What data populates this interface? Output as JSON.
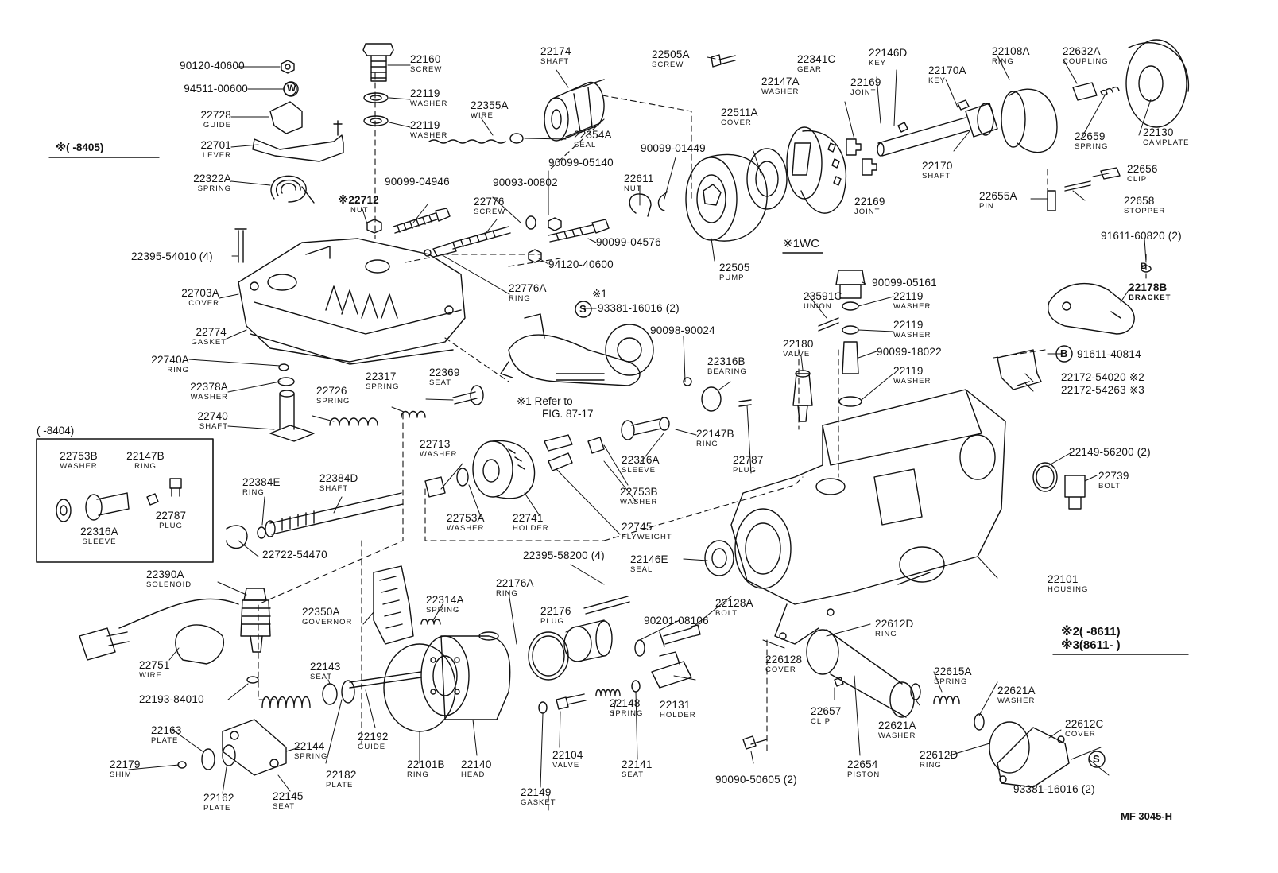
{
  "diagram_code": "MF 3045-H",
  "notes": {
    "top_left": "※(      -8405)",
    "box": "(      -8404)",
    "wc": "※1WC",
    "refer": "※1 Refer to",
    "refer2": "FIG. 87-17",
    "star1": "※1",
    "legend1": "※2(      -8611)",
    "legend2": "※3(8611-      )"
  },
  "parts": [
    {
      "pn": "90120-40600",
      "name": ""
    },
    {
      "pn": "94511-00600",
      "name": ""
    },
    {
      "pn": "22728",
      "name": "GUIDE"
    },
    {
      "pn": "22701",
      "name": "LEVER"
    },
    {
      "pn": "22322A",
      "name": "SPRING"
    },
    {
      "pn": "22160",
      "name": "SCREW"
    },
    {
      "pn": "22119",
      "name": "WASHER"
    },
    {
      "pn": "22119",
      "name": "WASHER"
    },
    {
      "pn": "22355A",
      "name": "WIRE"
    },
    {
      "pn": "22174",
      "name": "SHAFT"
    },
    {
      "pn": "22354A",
      "name": "SEAL"
    },
    {
      "pn": "22505A",
      "name": "SCREW"
    },
    {
      "pn": "22341C",
      "name": "GEAR"
    },
    {
      "pn": "22147A",
      "name": "WASHER"
    },
    {
      "pn": "22169",
      "name": "JOINT"
    },
    {
      "pn": "22146D",
      "name": "KEY"
    },
    {
      "pn": "22170A",
      "name": "KEY"
    },
    {
      "pn": "22108A",
      "name": "RING"
    },
    {
      "pn": "22632A",
      "name": "COUPLING"
    },
    {
      "pn": "22659",
      "name": "SPRING"
    },
    {
      "pn": "22130",
      "name": "CAMPLATE"
    },
    {
      "pn": "22511A",
      "name": "COVER"
    },
    {
      "pn": "90099-01449",
      "name": ""
    },
    {
      "pn": "22170",
      "name": "SHAFT"
    },
    {
      "pn": "22656",
      "name": "CLIP"
    },
    {
      "pn": "22655A",
      "name": "PIN"
    },
    {
      "pn": "22658",
      "name": "STOPPER"
    },
    {
      "pn": "22169",
      "name": "JOINT"
    },
    {
      "pn": "90099-04946",
      "name": ""
    },
    {
      "pn": "90093-00802",
      "name": ""
    },
    {
      "pn": "90099-05140",
      "name": ""
    },
    {
      "pn": "22611",
      "name": "NUT"
    },
    {
      "pn": "※22712",
      "name": "NUT"
    },
    {
      "pn": "22776",
      "name": "SCREW"
    },
    {
      "pn": "90099-04576",
      "name": ""
    },
    {
      "pn": "94120-40600",
      "name": ""
    },
    {
      "pn": "22505",
      "name": "PUMP"
    },
    {
      "pn": "91611-60820 (2)",
      "name": ""
    },
    {
      "pn": "22395-54010 (4)",
      "name": ""
    },
    {
      "pn": "22178B",
      "name": "BRACKET"
    },
    {
      "pn": "22703A",
      "name": "COVER"
    },
    {
      "pn": "22776A",
      "name": "RING"
    },
    {
      "pn": "93381-16016 (2)",
      "name": ""
    },
    {
      "pn": "90099-05161",
      "name": ""
    },
    {
      "pn": "23591C",
      "name": "UNION"
    },
    {
      "pn": "22119",
      "name": "WASHER"
    },
    {
      "pn": "22119",
      "name": "WASHER"
    },
    {
      "pn": "22774",
      "name": "GASKET"
    },
    {
      "pn": "90098-90024",
      "name": ""
    },
    {
      "pn": "22180",
      "name": "VALVE"
    },
    {
      "pn": "90099-18022",
      "name": ""
    },
    {
      "pn": "91611-40814",
      "name": ""
    },
    {
      "pn": "22740A",
      "name": "RING"
    },
    {
      "pn": "22316B",
      "name": "BEARING"
    },
    {
      "pn": "22119",
      "name": "WASHER"
    },
    {
      "pn": "22172-54020 ※2",
      "name": ""
    },
    {
      "pn": "22172-54263 ※3",
      "name": ""
    },
    {
      "pn": "22378A",
      "name": "WASHER"
    },
    {
      "pn": "22726",
      "name": "SPRING"
    },
    {
      "pn": "22317",
      "name": "SPRING"
    },
    {
      "pn": "22369",
      "name": "SEAT"
    },
    {
      "pn": "22740",
      "name": "SHAFT"
    },
    {
      "pn": "22147B",
      "name": "RING"
    },
    {
      "pn": "22787",
      "name": "PLUG"
    },
    {
      "pn": "22753B",
      "name": "WASHER"
    },
    {
      "pn": "22147B",
      "name": "RING"
    },
    {
      "pn": "22787",
      "name": "PLUG"
    },
    {
      "pn": "22316A",
      "name": "SLEEVE"
    },
    {
      "pn": "22713",
      "name": "WASHER"
    },
    {
      "pn": "22316A",
      "name": "SLEEVE"
    },
    {
      "pn": "22149-56200 (2)",
      "name": ""
    },
    {
      "pn": "22384E",
      "name": "RING"
    },
    {
      "pn": "22384D",
      "name": "SHAFT"
    },
    {
      "pn": "22753B",
      "name": "WASHER"
    },
    {
      "pn": "22739",
      "name": "BOLT"
    },
    {
      "pn": "22753A",
      "name": "WASHER"
    },
    {
      "pn": "22741",
      "name": "HOLDER"
    },
    {
      "pn": "22745",
      "name": "FLYWEIGHT"
    },
    {
      "pn": "22722-54470",
      "name": ""
    },
    {
      "pn": "22395-58200 (4)",
      "name": ""
    },
    {
      "pn": "22146E",
      "name": "SEAL"
    },
    {
      "pn": "22101",
      "name": "HOUSING"
    },
    {
      "pn": "22390A",
      "name": "SOLENOID"
    },
    {
      "pn": "22176A",
      "name": "RING"
    },
    {
      "pn": "22314A",
      "name": "SPRING"
    },
    {
      "pn": "22128A",
      "name": "BOLT"
    },
    {
      "pn": "22350A",
      "name": "GOVERNOR"
    },
    {
      "pn": "22176",
      "name": "PLUG"
    },
    {
      "pn": "90201-08106",
      "name": ""
    },
    {
      "pn": "22612D",
      "name": "RING"
    },
    {
      "pn": "22751",
      "name": "WIRE"
    },
    {
      "pn": "22143",
      "name": "SEAT"
    },
    {
      "pn": "226128",
      "name": "COVER"
    },
    {
      "pn": "22615A",
      "name": "SPRING"
    },
    {
      "pn": "22621A",
      "name": "WASHER"
    },
    {
      "pn": "22193-84010",
      "name": ""
    },
    {
      "pn": "22148",
      "name": "SPRING"
    },
    {
      "pn": "22131",
      "name": "HOLDER"
    },
    {
      "pn": "22657",
      "name": "CLIP"
    },
    {
      "pn": "22621A",
      "name": "WASHER"
    },
    {
      "pn": "22612C",
      "name": "COVER"
    },
    {
      "pn": "22163",
      "name": "PLATE"
    },
    {
      "pn": "22192",
      "name": "GUIDE"
    },
    {
      "pn": "22144",
      "name": "SPRING"
    },
    {
      "pn": "22104",
      "name": "VALVE"
    },
    {
      "pn": "22141",
      "name": "SEAT"
    },
    {
      "pn": "22612D",
      "name": "RING"
    },
    {
      "pn": "22179",
      "name": "SHIM"
    },
    {
      "pn": "22182",
      "name": "PLATE"
    },
    {
      "pn": "22101B",
      "name": "RING"
    },
    {
      "pn": "22140",
      "name": "HEAD"
    },
    {
      "pn": "22654",
      "name": "PISTON"
    },
    {
      "pn": "90090-50605 (2)",
      "name": ""
    },
    {
      "pn": "22162",
      "name": "PLATE"
    },
    {
      "pn": "22145",
      "name": "SEAT"
    },
    {
      "pn": "22149",
      "name": "GASKET"
    },
    {
      "pn": "93381-16016 (2)",
      "name": ""
    }
  ]
}
